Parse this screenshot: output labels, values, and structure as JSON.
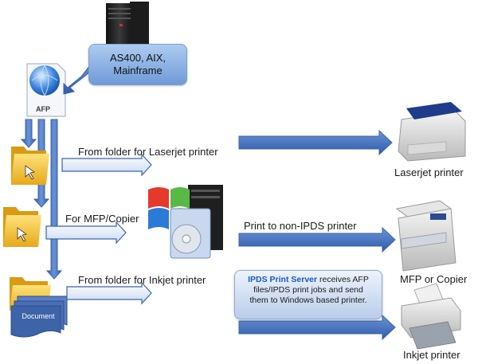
{
  "source": {
    "lines": [
      "AS400, AIX,",
      "Mainframe"
    ]
  },
  "afp_label": "AFP",
  "document_label": "Document",
  "flows": {
    "laserjet": "From folder for Laserjet printer",
    "mfp": "For MFP/Copier",
    "inkjet": "From folder for Inkjet printer",
    "non_ipds": "Print to non-IPDS printer"
  },
  "ipds": {
    "highlight": "IPDS Print Server",
    "text_1": " receives AFP",
    "text_2": "files/IPDS print jobs and send",
    "text_3": "them to Windows based printer."
  },
  "printers": {
    "laserjet": "Laserjet printer",
    "mfp": "MFP or Copier",
    "inkjet": "Inkjet printer"
  },
  "colors": {
    "arrow_fill": "#3f6fc0",
    "arrow_light": "#dbe7f8",
    "arrow_stroke": "#3a63ad",
    "folder": "#f2c12e"
  }
}
